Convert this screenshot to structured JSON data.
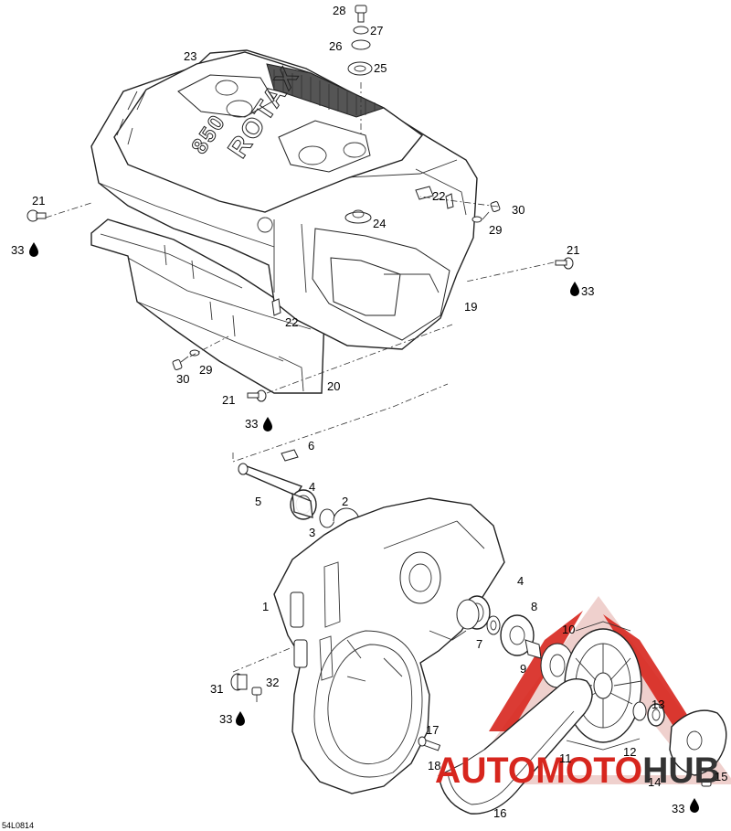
{
  "figure_code": "54L0814",
  "engraving": {
    "model": "ROTAX",
    "number": "850"
  },
  "watermark": "AUTOMOTOHUB",
  "watermark_colors": {
    "primary": "#d7261e",
    "secondary": "#ecc8c4",
    "tail": "#333333"
  },
  "callouts": {
    "c1": "1",
    "c2": "2",
    "c3": "3",
    "c4a": "4",
    "c4b": "4",
    "c5": "5",
    "c6": "6",
    "c7": "7",
    "c8": "8",
    "c9": "9",
    "c10": "10",
    "c11": "11",
    "c12": "12",
    "c13": "13",
    "c14": "14",
    "c15": "15",
    "c16": "16",
    "c17": "17",
    "c18": "18",
    "c19": "19",
    "c20": "20",
    "c21a": "21",
    "c21b": "21",
    "c21c": "21",
    "c22a": "22",
    "c22b": "22",
    "c23": "23",
    "c24": "24",
    "c25": "25",
    "c26": "26",
    "c27": "27",
    "c28": "28",
    "c29a": "29",
    "c29b": "29",
    "c30a": "30",
    "c30b": "30",
    "c31": "31",
    "c32": "32",
    "c33a": "33",
    "c33b": "33",
    "c33c": "33",
    "c33d": "33",
    "c33e": "33"
  }
}
